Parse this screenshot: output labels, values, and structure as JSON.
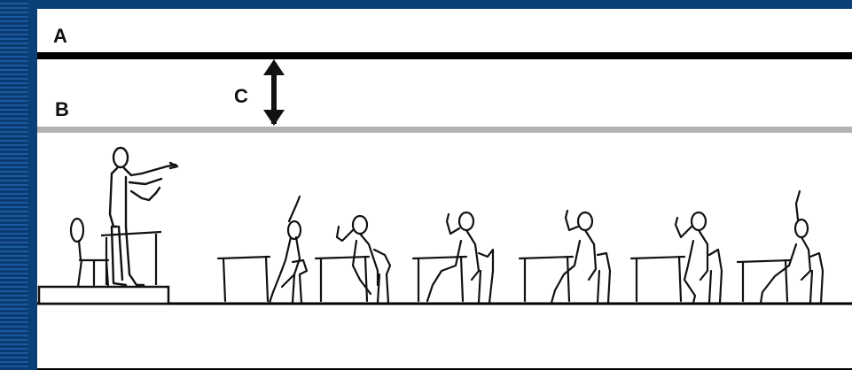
{
  "labels": {
    "a": "A",
    "b": "B",
    "c": "C"
  },
  "colors": {
    "frame": "#0b3f78",
    "frame_stripe": "#1b5a9e",
    "panel_background": "#ffffff",
    "line_a": "#000000",
    "line_b": "#b3b3b3",
    "drawing": "#111111"
  },
  "icons": {
    "c_marker": "double-headed-vertical-arrow-icon"
  },
  "scene": {
    "teacher_count": 1,
    "student_count": 6,
    "desks_per_student": 1,
    "students_hand_raised": 6
  }
}
